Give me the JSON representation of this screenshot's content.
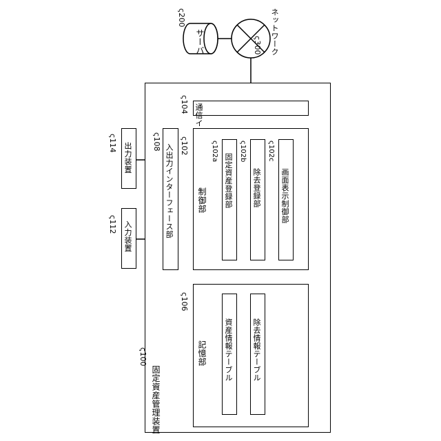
{
  "server": {
    "ref": "200",
    "label": "サーバ"
  },
  "network": {
    "ref": "300",
    "label": "ネットワーク"
  },
  "device": {
    "ref": "100",
    "label": "固定資産管理装置"
  },
  "comm_interface": {
    "ref": "104",
    "label": "通信インターフェース部"
  },
  "io_interface": {
    "ref": "108",
    "label": "入出力インターフェース部"
  },
  "output_device": {
    "ref": "114",
    "label": "出力装置"
  },
  "input_device": {
    "ref": "112",
    "label": "入力装置"
  },
  "control_unit": {
    "ref": "102",
    "label": "制御部",
    "sub_units": [
      {
        "ref": "102a",
        "label": "固定資産登録部"
      },
      {
        "ref": "102b",
        "label": "除去登録部"
      },
      {
        "ref": "102c",
        "label": "画面表示制御部"
      }
    ]
  },
  "storage_unit": {
    "ref": "106",
    "label": "記憶部",
    "tables": [
      {
        "label": "資産情報テーブル"
      },
      {
        "label": "除去情報テーブル"
      }
    ]
  }
}
